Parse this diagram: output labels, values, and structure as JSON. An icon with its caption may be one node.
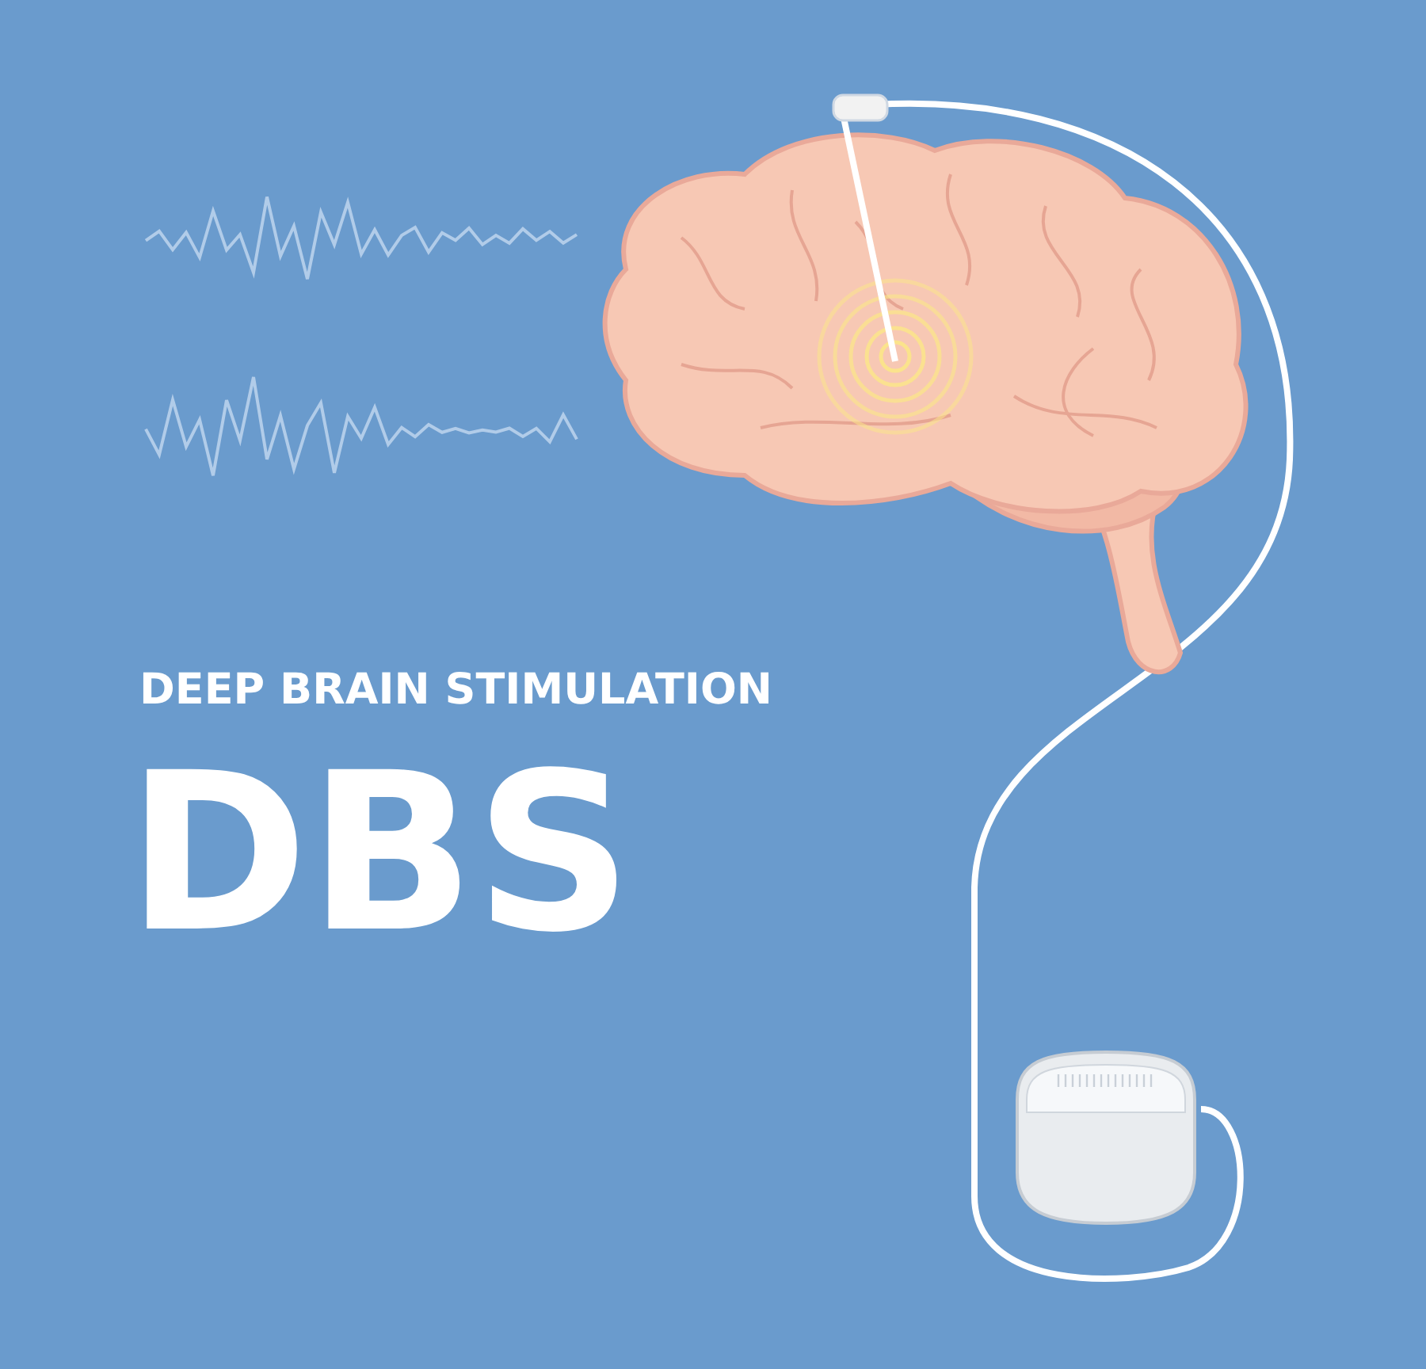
{
  "diagram": {
    "nodes": [
      {
        "text": [],
        "shape": "picture"
      },
      {
        "text": [],
        "shape": "picture"
      }
    ],
    "edges": [
      {
        "from": 0,
        "to": 1,
        "arrow": "none"
      }
    ],
    "labels": [
      "DEEP BRAIN STIMULATION",
      "DBS"
    ]
  }
}
